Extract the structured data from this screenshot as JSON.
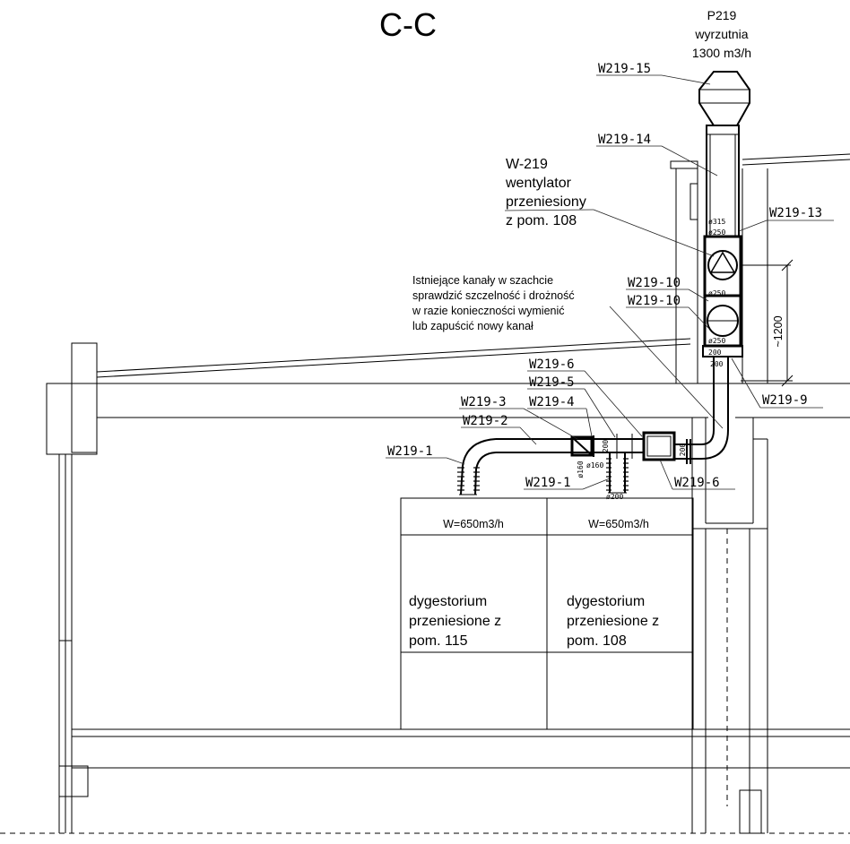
{
  "title": "C-C",
  "outlet": {
    "tag": "P219",
    "name": "wyrzutnia",
    "flow": "1300 m3/h"
  },
  "fan_note": {
    "line1": "W-219",
    "line2": "wentylator",
    "line3": "przeniesiony",
    "line4": "z pom. 108"
  },
  "duct_note": {
    "line1": "Istniejące kanały w szachcie",
    "line2": "sprawdzić szczelność i drożność",
    "line3": "w razie konieczności wymienić",
    "line4": "lub zapuścić nowy kanał"
  },
  "tags": {
    "w15": "W219-15",
    "w14": "W219-14",
    "w13": "W219-13",
    "w10a": "W219-10",
    "w10b": "W219-10",
    "w9": "W219-9",
    "w6a": "W219-6",
    "w6b": "W219-6",
    "w5": "W219-5",
    "w4": "W219-4",
    "w3": "W219-3",
    "w2": "W219-2",
    "w1a": "W219-1",
    "w1b": "W219-1"
  },
  "dims": {
    "d315": "ø315",
    "d250a": "ø250",
    "d250b": "ø250",
    "d250c": "ø250",
    "d200a": "200",
    "d200b": "200",
    "d200c": "200",
    "d160": "ø160",
    "d160b": "ø160",
    "d200d": "200",
    "d200e": "ø200",
    "height": "~1200"
  },
  "fume_hoods": [
    {
      "flow": "W=650m3/h",
      "line1": "dygestorium",
      "line2": "przeniesione z",
      "line3": "pom. 115"
    },
    {
      "flow": "W=650m3/h",
      "line1": "dygestorium",
      "line2": "przeniesione z",
      "line3": "pom. 108"
    }
  ]
}
